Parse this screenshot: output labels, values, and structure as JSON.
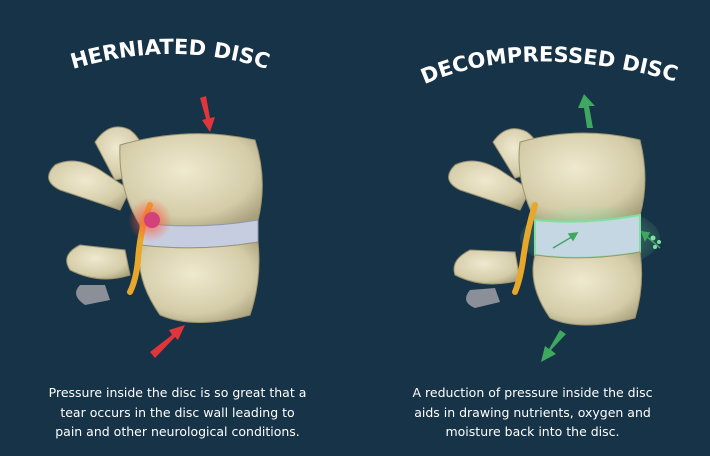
{
  "left_panel": {
    "title": "HERNIATED DISC",
    "caption_lines": [
      "Pressure inside the disc is so great that a",
      "tear occurs in the disc wall leading to",
      "pain and other neurological conditions."
    ],
    "arrow_color": "#e0353b"
  },
  "right_panel": {
    "title": "DECOMPRESSED DISC",
    "caption_lines": [
      "A reduction of pressure inside the disc",
      "aids in drawing nutrients, oxygen and",
      "moisture back into the disc."
    ],
    "arrow_color": "#3fa860"
  },
  "colors": {
    "background": "#163347",
    "bone": "#ddd6b6",
    "disc": "#c7cde0",
    "nerve": "#e6a72a",
    "herniation": "#d2417a",
    "glow": "#7fe0a0"
  }
}
